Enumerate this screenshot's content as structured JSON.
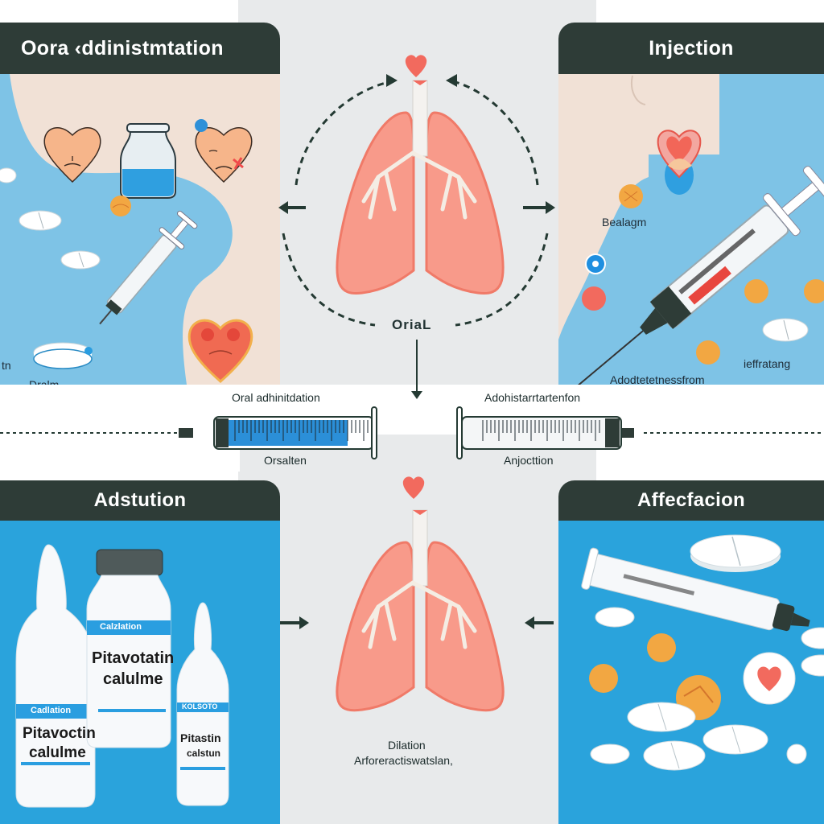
{
  "colors": {
    "header_bg": "#2e3c37",
    "header_text": "#ffffff",
    "panel_blue": "#2aa3dc",
    "light_blue": "#7ec3e6",
    "skin": "#f1e1d6",
    "lung_pink": "#f5897a",
    "center_gray": "#e8eaeb",
    "arrow_dark": "#243a33",
    "heart_red": "#f06055",
    "pill_orange": "#f2a742"
  },
  "panels": {
    "top_left": {
      "title": "Oora ‹ddinistmtation",
      "labels": {
        "bottom_left": "Dralm",
        "edge": "tn"
      }
    },
    "top_right": {
      "title": "Injection",
      "labels": {
        "bealagm": "Bealagm",
        "side": "ieffratang",
        "bottom": "Adodtetetnessfrom"
      }
    },
    "bottom_left": {
      "title": "Adstution",
      "bottles": [
        {
          "band": "Cadlation",
          "name_line1": "Pitavoctin",
          "name_line2": "calulme"
        },
        {
          "band": "Calzlation",
          "name_line1": "Pitavotatin",
          "name_line2": "calulme"
        },
        {
          "band": "KOLSOTO",
          "name_line1": "Pitastin",
          "name_line2": "calstun"
        }
      ]
    },
    "bottom_right": {
      "title": "Affecfacion"
    }
  },
  "center": {
    "top_label": "OriaL",
    "bottom_label_line1": "Dilation",
    "bottom_label_line2": "Arforeractiswatslan,"
  },
  "syringes": {
    "left": {
      "top_label": "Oral adhinitdation",
      "bottom_label": "Orsalten",
      "fill_fraction": 0.85
    },
    "right": {
      "top_label": "Adohistarrtartenfon",
      "bottom_label": "Anjocttion",
      "fill_fraction": 0.0
    }
  },
  "icons": {
    "heart": "heart-icon",
    "lungs": "lungs-icon",
    "syringe": "syringe-icon",
    "pill": "pill-icon",
    "bottle": "bottle-icon",
    "arrow": "arrow-icon"
  }
}
